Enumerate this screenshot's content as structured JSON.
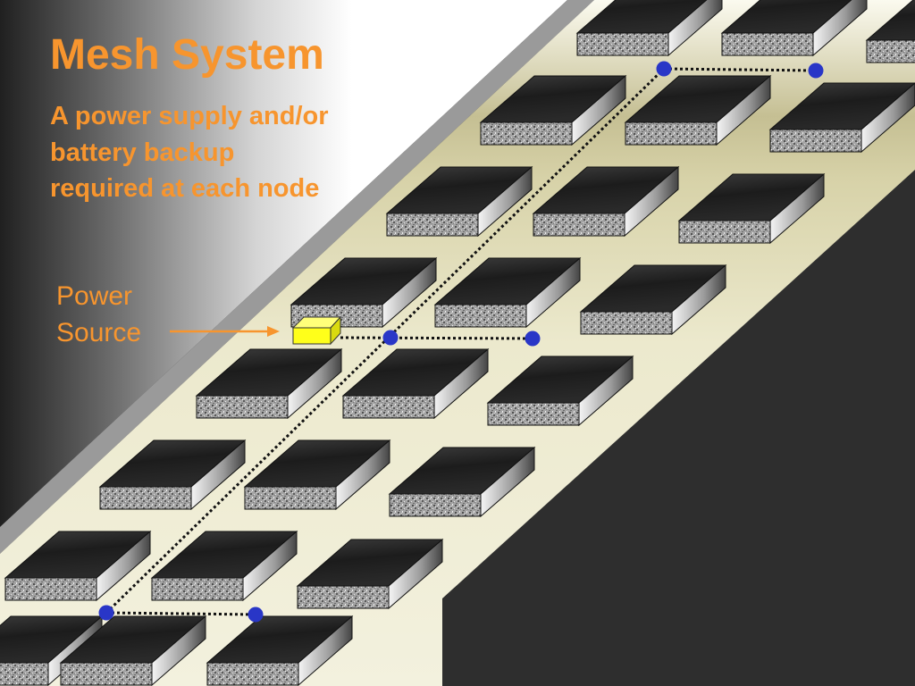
{
  "slide": {
    "title": "Mesh System",
    "subtitle": "A power supply and/or battery backup required at each node"
  },
  "power_source": {
    "label_line1": "Power",
    "label_line2": "Source"
  },
  "colors": {
    "title": "#f7952e",
    "road": "#ebe8cc",
    "road_highlight": "#c9c39a",
    "dark_ground": "#2e2e2e",
    "tile_top": "#1e1e1e",
    "tile_side": "#9e9e9e",
    "node": "#2936c7",
    "power_box": "#ffff1a",
    "arrow": "#f7952e",
    "dotted_link": "#111111"
  },
  "icons": {
    "node": "blue-dot",
    "power_source": "yellow-box",
    "tile": "stepping-stone"
  }
}
